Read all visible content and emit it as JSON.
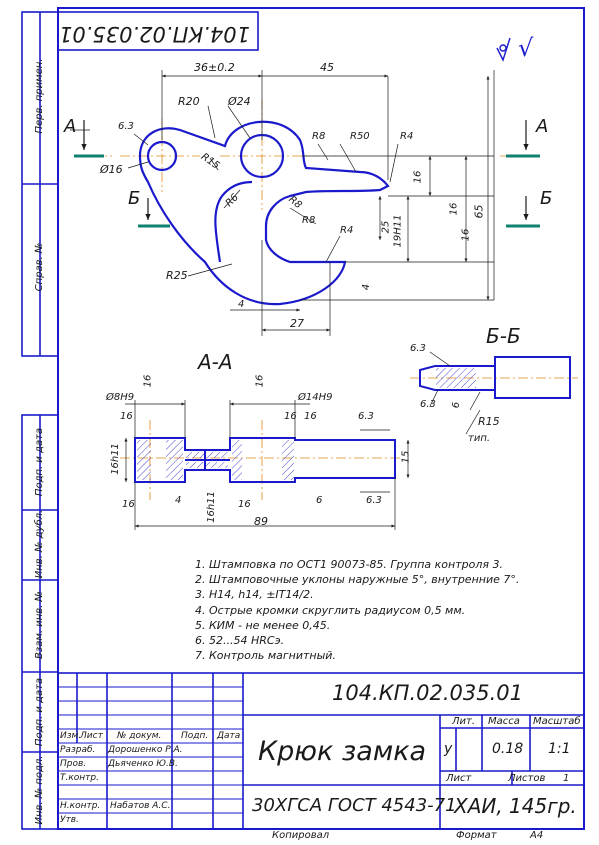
{
  "doc_code": "104.КП.02.035.01",
  "title_block": {
    "name": "Крюк замка",
    "material": "30ХГСА ГОСТ 4543-71",
    "org": "ХАИ, 145гр.",
    "lit_label": "Лит.",
    "lit_value": "у",
    "mass_label": "Масса",
    "mass_value": "0.18",
    "scale_label": "Масштаб",
    "scale_value": "1:1",
    "sheet_label": "Лист",
    "sheets_label": "Листов",
    "sheets_value": "1",
    "col_izm": "Изм.",
    "col_list": "Лист",
    "col_docnum": "№ докум.",
    "col_sign": "Подп.",
    "col_date": "Дата",
    "row_razrab": "Разраб.",
    "razrab_name": "Дорошенко Р.А.",
    "row_prov": "Пров.",
    "prov_name": "Дьяченко Ю.В.",
    "row_tkontr": "Т.контр.",
    "row_nkontr": "Н.контр.",
    "nkontr_name": "Набатов А.С.",
    "row_utv": "Утв.",
    "copied": "Копировал",
    "format_label": "Формат",
    "format_value": "А4"
  },
  "side_labels": [
    "Перв. примен.",
    "Справ. №",
    "Подп. и дата",
    "Инв. № дубл.",
    "Взам. инв. №",
    "Подп. и дата",
    "Инв. № подл."
  ],
  "notes": [
    "1. Штамповка по ОСТ1 90073-85. Группа контроля 3.",
    "2. Штамповочные уклоны наружные 5°, внутренние 7°.",
    "3. Н14, h14, ±IT14/2.",
    "4. Острые кромки скруглить радиусом 0,5 мм.",
    "5. КИМ - не менее 0,45.",
    "6. 52...54 HRCэ.",
    "7. Контроль магнитный."
  ],
  "views": {
    "section_aa": "А-А",
    "section_bb": "Б-Б",
    "mark_a": "А",
    "mark_b": "Б"
  },
  "roughness_symbol": "√",
  "dims_main": [
    "36±0.2",
    "45",
    "R20",
    "Ø24",
    "6.3",
    "Ø16",
    "R15",
    "R8",
    "R50",
    "R4",
    "R6",
    "R8",
    "R8",
    "R4",
    "16",
    "25",
    "19H11",
    "16",
    "65",
    "16",
    "R25",
    "4",
    "27",
    "4"
  ],
  "dims_aa": [
    "Ø8H9",
    "16",
    "16",
    "Ø14H9",
    "16",
    "16",
    "6.3",
    "16h11",
    "16",
    "4",
    "16",
    "16h11",
    "16",
    "6",
    "15",
    "6.3",
    "89"
  ],
  "dims_bb": [
    "6.3",
    "6.3",
    "6",
    "R15",
    "тип."
  ]
}
